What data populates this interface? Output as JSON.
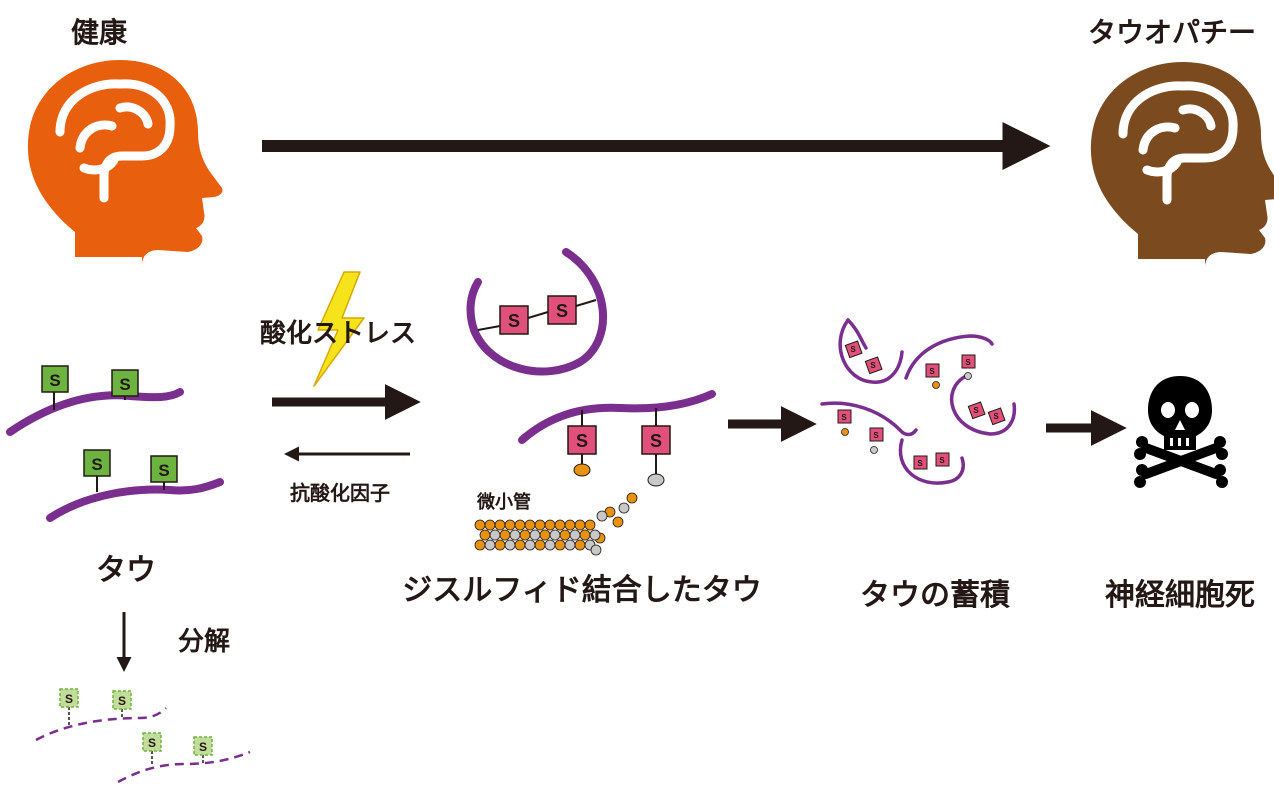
{
  "labels": {
    "healthy": "健康",
    "tauopathy": "タウオパチー",
    "oxidative_stress": "酸化ストレス",
    "antioxidant": "抗酸化因子",
    "tau": "タウ",
    "degradation": "分解",
    "microtubule": "微小管",
    "disulfide_tau": "ジスルフィド結合したタウ",
    "tau_accumulation": "タウの蓄積",
    "neuronal_death": "神経細胞死",
    "s": "S"
  },
  "colors": {
    "healthy_head": "#E8600D",
    "tauopathy_head": "#7B4A1E",
    "tau_strand": "#7A2E8E",
    "s_green": "#6DB33F",
    "s_green_faded": "#C2DD9A",
    "s_pink": "#E0507A",
    "orange_bead": "#E8930F",
    "grey_bead": "#C8C8C8",
    "arrow": "#231815",
    "lightning": "#F5E31B"
  },
  "icons": {
    "healthy_head": "head-brain-icon",
    "tauopathy_head": "head-brain-icon",
    "lightning": "lightning-icon",
    "skull": "skull-crossbones-icon"
  }
}
